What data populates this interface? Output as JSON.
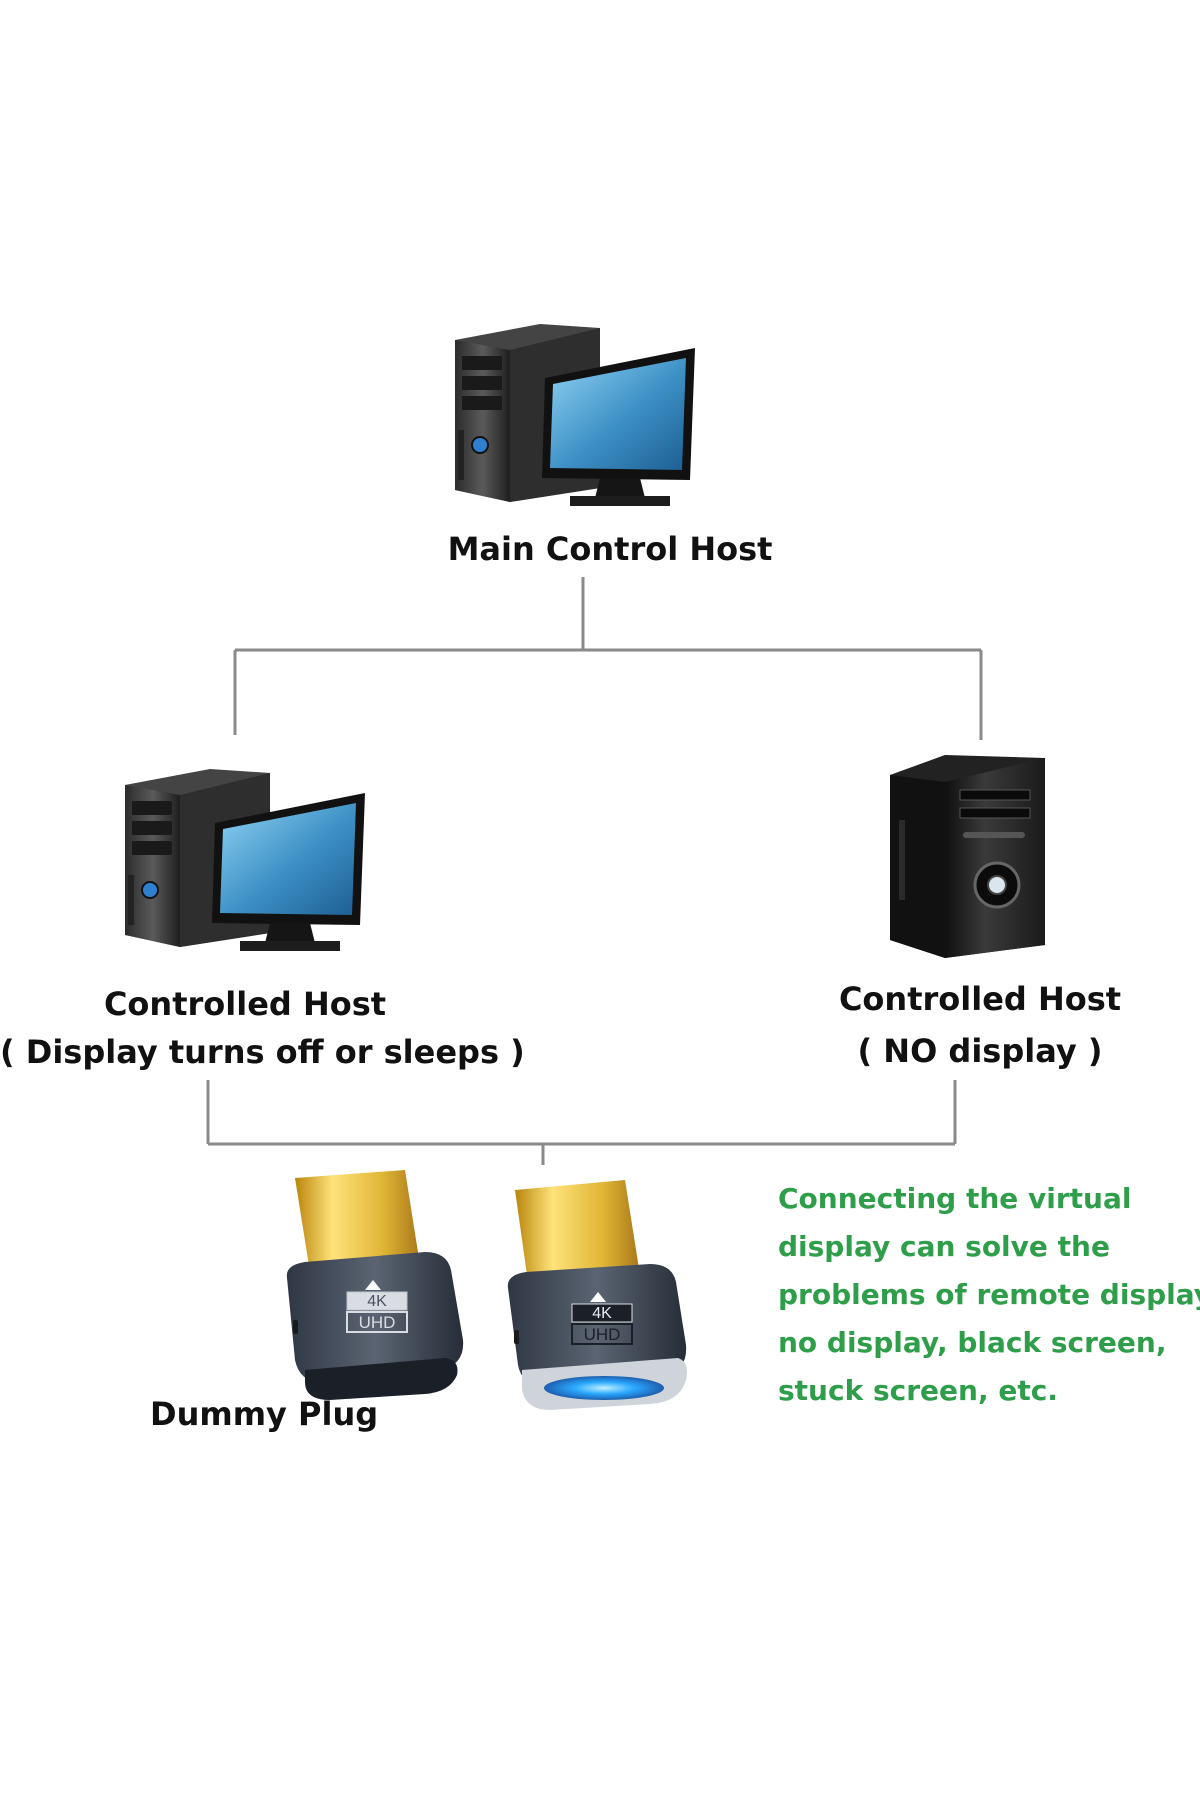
{
  "diagram": {
    "main_host": {
      "label": "Main Control Host",
      "icon": "desktop-computer-icon"
    },
    "left_host": {
      "label": "Controlled Host",
      "sublabel": "( Display turns off or sleeps )",
      "icon": "desktop-computer-icon"
    },
    "right_host": {
      "label": "Controlled Host",
      "sublabel": "( NO display )",
      "icon": "pc-tower-icon"
    },
    "dummy_plug": {
      "label": "Dummy Plug",
      "icon": "hdmi-dummy-plug-icon",
      "badge_top": "4K",
      "badge_bottom": "UHD"
    },
    "note_lines": [
      "Connecting the virtual",
      "display can solve the",
      "problems of remote display,",
      "no display, black screen,",
      "stuck screen, etc."
    ],
    "colors": {
      "connector": "#8a8a8a",
      "note_text": "#2f9e4a",
      "label_text": "#111111",
      "led": "#2aa8ff"
    }
  }
}
